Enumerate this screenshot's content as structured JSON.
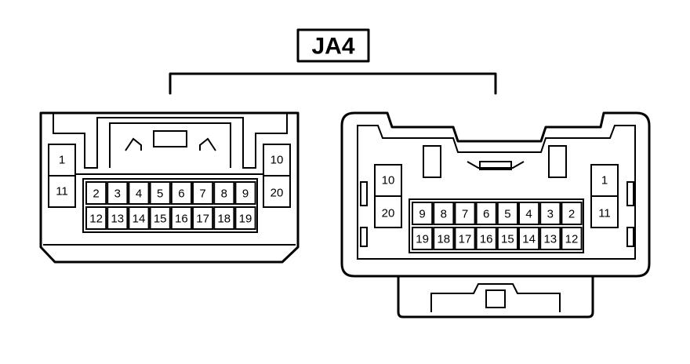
{
  "connector_label": "JA4",
  "left_view": {
    "side_top": "1",
    "side_bottom": "11",
    "side_right_top": "10",
    "side_right_bottom": "20",
    "row_top": [
      "2",
      "3",
      "4",
      "5",
      "6",
      "7",
      "8",
      "9"
    ],
    "row_bottom": [
      "12",
      "13",
      "14",
      "15",
      "16",
      "17",
      "18",
      "19"
    ]
  },
  "right_view": {
    "side_left_top": "10",
    "side_left_bottom": "20",
    "side_right_top": "1",
    "side_right_bottom": "11",
    "row_top": [
      "9",
      "8",
      "7",
      "6",
      "5",
      "4",
      "3",
      "2"
    ],
    "row_bottom": [
      "19",
      "18",
      "17",
      "16",
      "15",
      "14",
      "13",
      "12"
    ]
  }
}
